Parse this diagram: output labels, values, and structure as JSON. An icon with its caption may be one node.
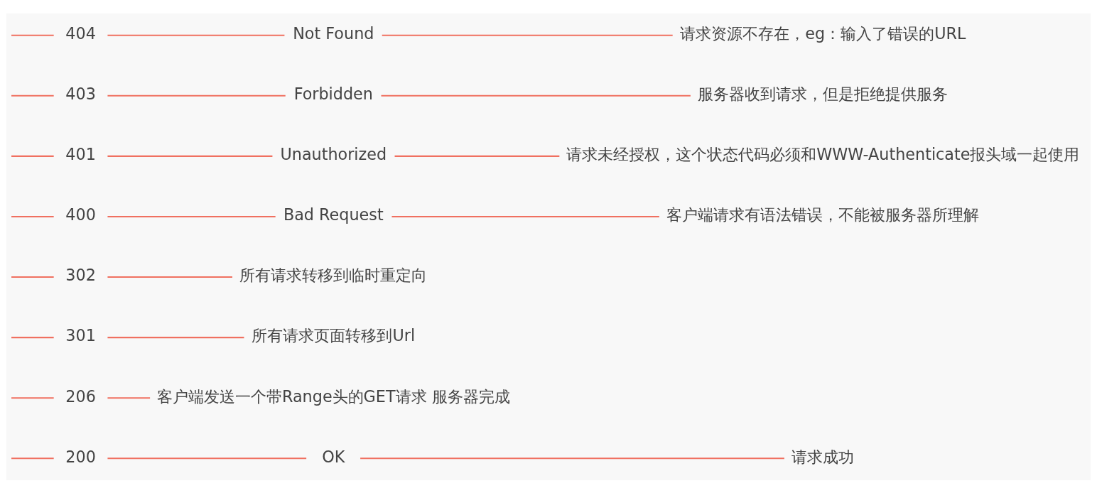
{
  "diagram": {
    "nodes": [
      {
        "text": [
          "200"
        ]
      },
      {
        "text": [
          "OK"
        ]
      },
      {
        "text": [
          "请求成功"
        ]
      },
      {
        "text": [
          "206"
        ]
      },
      {
        "text": [
          "客户端发送一个带Range头的GET请求 服务器完成"
        ]
      },
      {
        "text": [
          "301"
        ]
      },
      {
        "text": [
          "所有请求页面转移到Url"
        ]
      },
      {
        "text": [
          "302"
        ]
      },
      {
        "text": [
          "所有请求转移到临时重定向"
        ]
      },
      {
        "text": [
          "400"
        ]
      },
      {
        "text": [
          "Bad Request"
        ]
      },
      {
        "text": [
          "客户端请求有语法错误，不能被服务器所理解"
        ]
      },
      {
        "text": [
          "401"
        ]
      },
      {
        "text": [
          "Unauthorized"
        ]
      },
      {
        "text": [
          "请求未经授权，这个状态代码必须和WWW-Authenticate报头域一起使用"
        ]
      },
      {
        "text": [
          "403"
        ]
      },
      {
        "text": [
          "Forbidden"
        ]
      },
      {
        "text": [
          "服务器收到请求，但是拒绝提供服务"
        ]
      },
      {
        "text": [
          "404"
        ]
      },
      {
        "text": [
          "Not Found"
        ]
      },
      {
        "text": [
          "请求资源不存在，eg：输入了错误的URL"
        ]
      }
    ],
    "edges": [
      {
        "from": null,
        "to": 0,
        "arrow": "none"
      },
      {
        "from": 0,
        "to": 1,
        "arrow": "none"
      },
      {
        "from": 1,
        "to": 2,
        "arrow": "none"
      },
      {
        "from": null,
        "to": 3,
        "arrow": "none"
      },
      {
        "from": 3,
        "to": 4,
        "arrow": "none"
      },
      {
        "from": null,
        "to": 5,
        "arrow": "none"
      },
      {
        "from": null,
        "to": 7,
        "arrow": "none"
      },
      {
        "from": 5,
        "to": 6,
        "arrow": "none"
      },
      {
        "from": 7,
        "to": 8,
        "arrow": "none"
      },
      {
        "from": null,
        "to": 9,
        "arrow": "none"
      },
      {
        "from": null,
        "to": 12,
        "arrow": "none"
      },
      {
        "from": null,
        "to": 15,
        "arrow": "none"
      },
      {
        "from": null,
        "to": 18,
        "arrow": "none"
      },
      {
        "from": 9,
        "to": 10,
        "arrow": "none"
      },
      {
        "from": 10,
        "to": 11,
        "arrow": "none"
      },
      {
        "from": 12,
        "to": 13,
        "arrow": "none"
      },
      {
        "from": 13,
        "to": 14,
        "arrow": "none"
      },
      {
        "from": 15,
        "to": 16,
        "arrow": "none"
      },
      {
        "from": 16,
        "to": 17,
        "arrow": "none"
      },
      {
        "from": 18,
        "to": 19,
        "arrow": "none"
      },
      {
        "from": 19,
        "to": 20,
        "arrow": "none"
      }
    ]
  }
}
